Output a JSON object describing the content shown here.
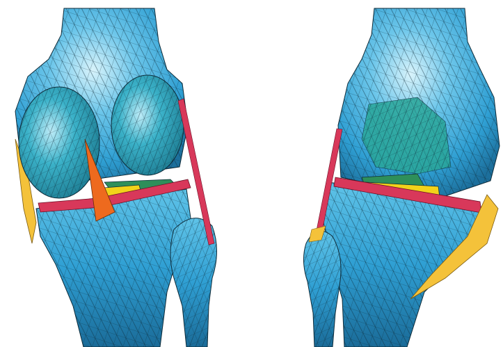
{
  "figure": {
    "views": [
      {
        "name": "posterior-view",
        "side": "left"
      },
      {
        "name": "anterior-view",
        "side": "right"
      }
    ]
  },
  "colors": {
    "background": "#ffffff",
    "bone": "#2f9fd3",
    "bone_light": "#8fd6f0",
    "bone_highlight": "#d8f3fb",
    "bone_shadow": "#1c6f9c",
    "cartilage": "#2aa79a",
    "mesh_line": "#0d2a38",
    "ligament_red": "#d8385a",
    "ligament_orange": "#ee6a1e",
    "ligament_yellow": "#f4c23a",
    "meniscus_yellow": "#f2d21a",
    "meniscus_green": "#2e8f5a"
  },
  "structures": [
    "femur",
    "tibia",
    "fibula",
    "patella",
    "meniscus",
    "collateral-ligament",
    "cruciate-ligament"
  ]
}
